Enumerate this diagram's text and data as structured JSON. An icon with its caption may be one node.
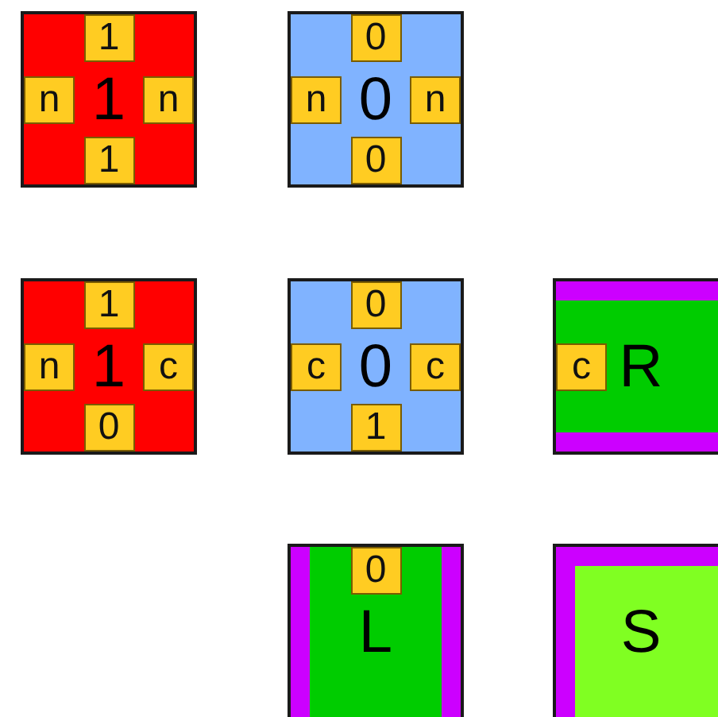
{
  "diagram": {
    "nodes": [
      {
        "text": [
          "1"
        ]
      },
      {
        "text": [
          "1"
        ],
        "in": 0
      },
      {
        "text": [
          "n"
        ],
        "in": 0
      },
      {
        "text": [
          "n"
        ],
        "in": 0
      },
      {
        "text": [
          "1"
        ],
        "in": 0
      },
      {
        "text": [
          "0"
        ]
      },
      {
        "text": [
          "0"
        ],
        "in": 5
      },
      {
        "text": [
          "n"
        ],
        "in": 5
      },
      {
        "text": [
          "n"
        ],
        "in": 5
      },
      {
        "text": [
          "0"
        ],
        "in": 5
      },
      {
        "text": [
          "1"
        ]
      },
      {
        "text": [
          "1"
        ],
        "in": 10
      },
      {
        "text": [
          "n"
        ],
        "in": 10
      },
      {
        "text": [
          "c"
        ],
        "in": 10
      },
      {
        "text": [
          "0"
        ],
        "in": 10
      },
      {
        "text": [
          "0"
        ]
      },
      {
        "text": [
          "0"
        ],
        "in": 15
      },
      {
        "text": [
          "c"
        ],
        "in": 15
      },
      {
        "text": [
          "c"
        ],
        "in": 15
      },
      {
        "text": [
          "1"
        ],
        "in": 15
      },
      {
        "text": [
          "R"
        ]
      },
      {
        "text": [
          "c"
        ],
        "in": 20
      },
      {
        "text": [
          "L"
        ]
      },
      {
        "text": [
          "0"
        ],
        "in": 22
      },
      {
        "text": [
          "S"
        ]
      }
    ]
  }
}
